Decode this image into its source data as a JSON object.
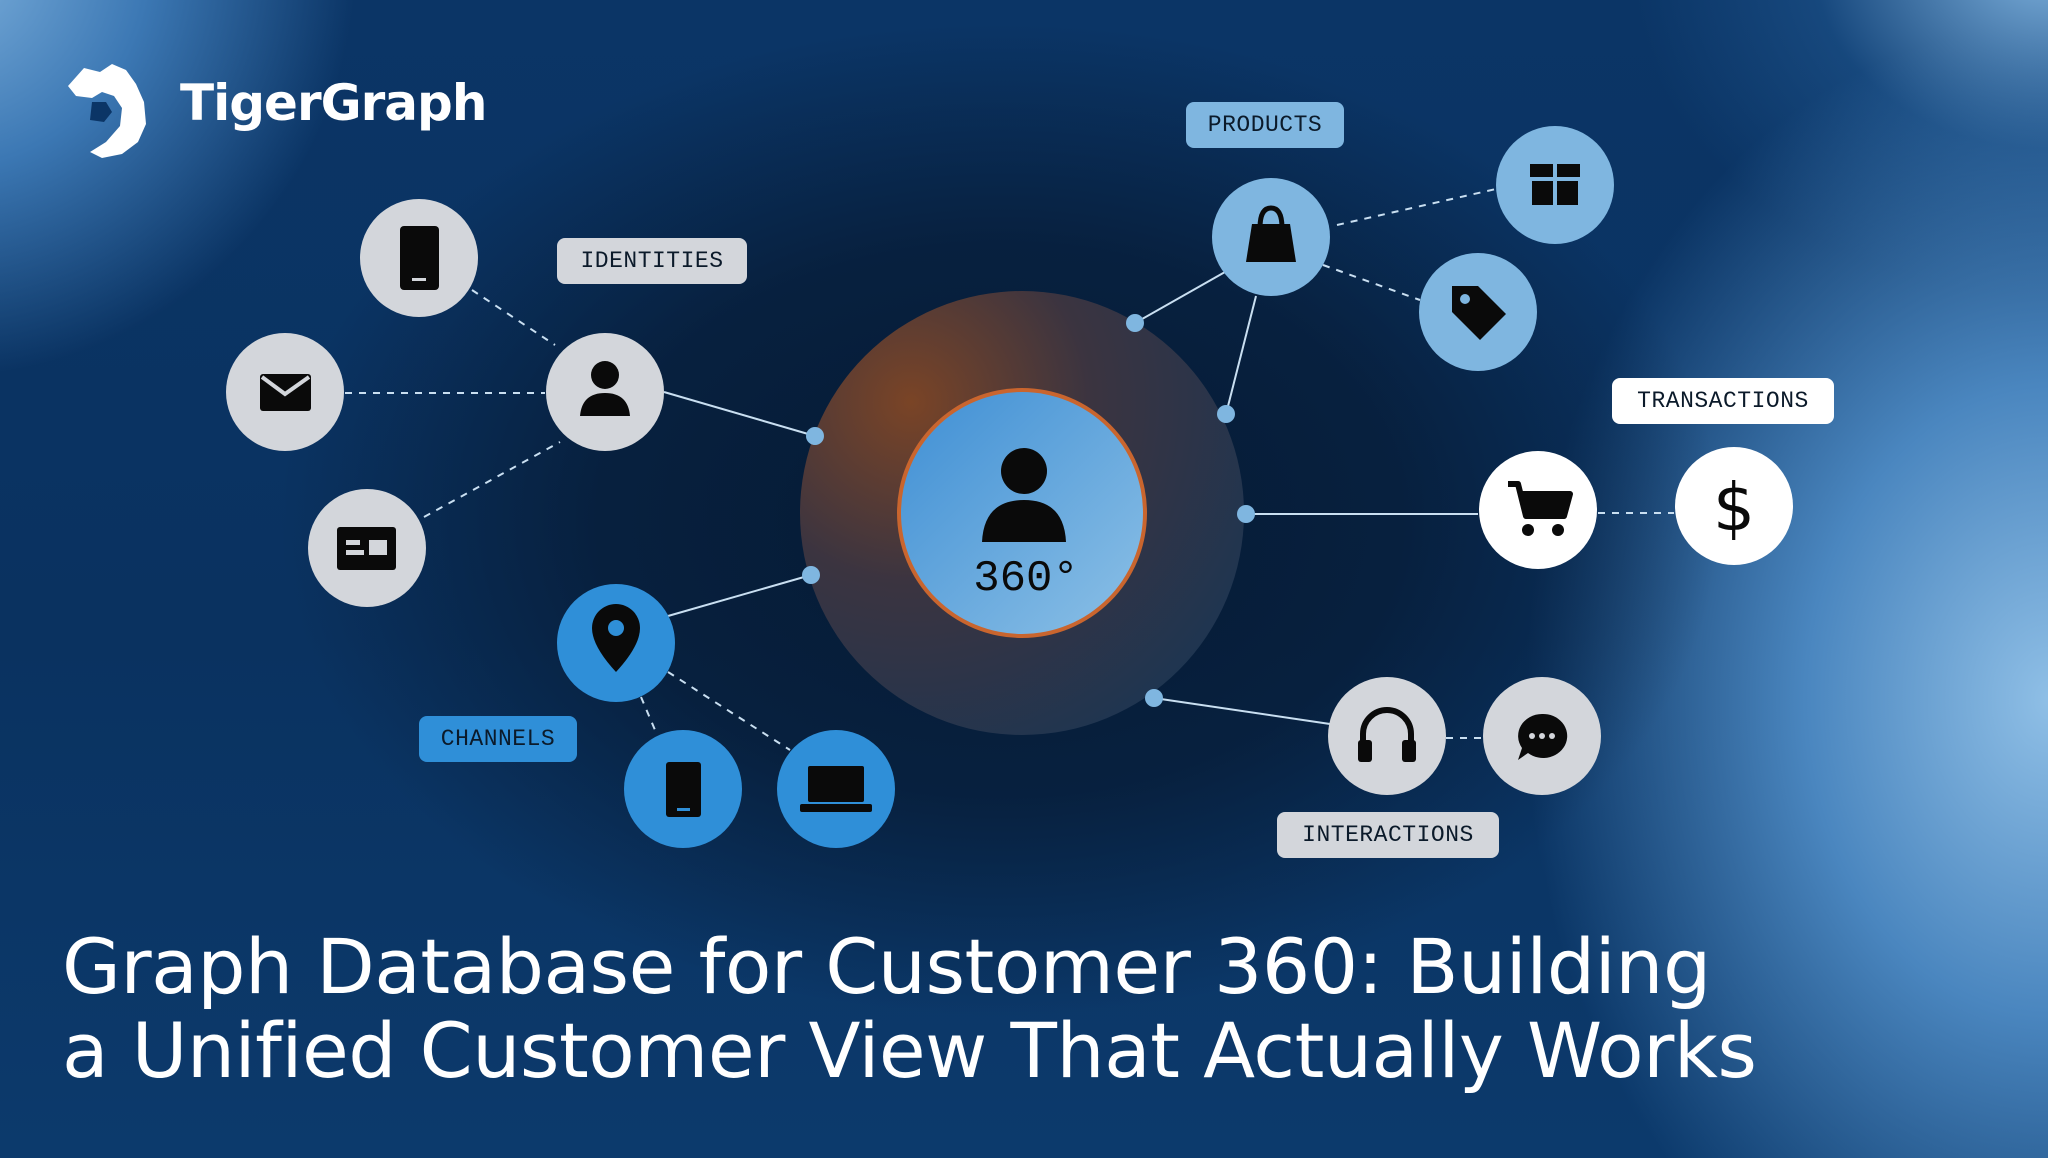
{
  "brand": {
    "name": "TigerGraph"
  },
  "title": {
    "line1": "Graph Database for Customer 360: Building",
    "line2": "a Unified Customer View That Actually Works"
  },
  "center": {
    "label": "360°"
  },
  "groups": {
    "identities": "IDENTITIES",
    "products": "PRODUCTS",
    "transactions": "TRANSACTIONS",
    "channels": "CHANNELS",
    "interactions": "INTERACTIONS"
  },
  "icons": {
    "identities": [
      "phone-icon",
      "envelope-icon",
      "id-card-icon",
      "user-icon"
    ],
    "products": [
      "shopping-bag-icon",
      "gift-box-icon",
      "price-tag-icon"
    ],
    "transactions": [
      "shopping-cart-icon",
      "dollar-icon"
    ],
    "channels": [
      "location-pin-icon",
      "mobile-device-icon",
      "laptop-icon"
    ],
    "interactions": [
      "headset-icon",
      "chat-bubble-icon"
    ]
  },
  "colors": {
    "grey_node": "#d3d6db",
    "light_blue_node": "#7fb6e0",
    "white_node": "#ffffff",
    "blue_node": "#2f8fd8",
    "core_ring": "#7a3f24",
    "center_fill": "#4f9ad6",
    "tag_blue": "#2f8fd8"
  }
}
